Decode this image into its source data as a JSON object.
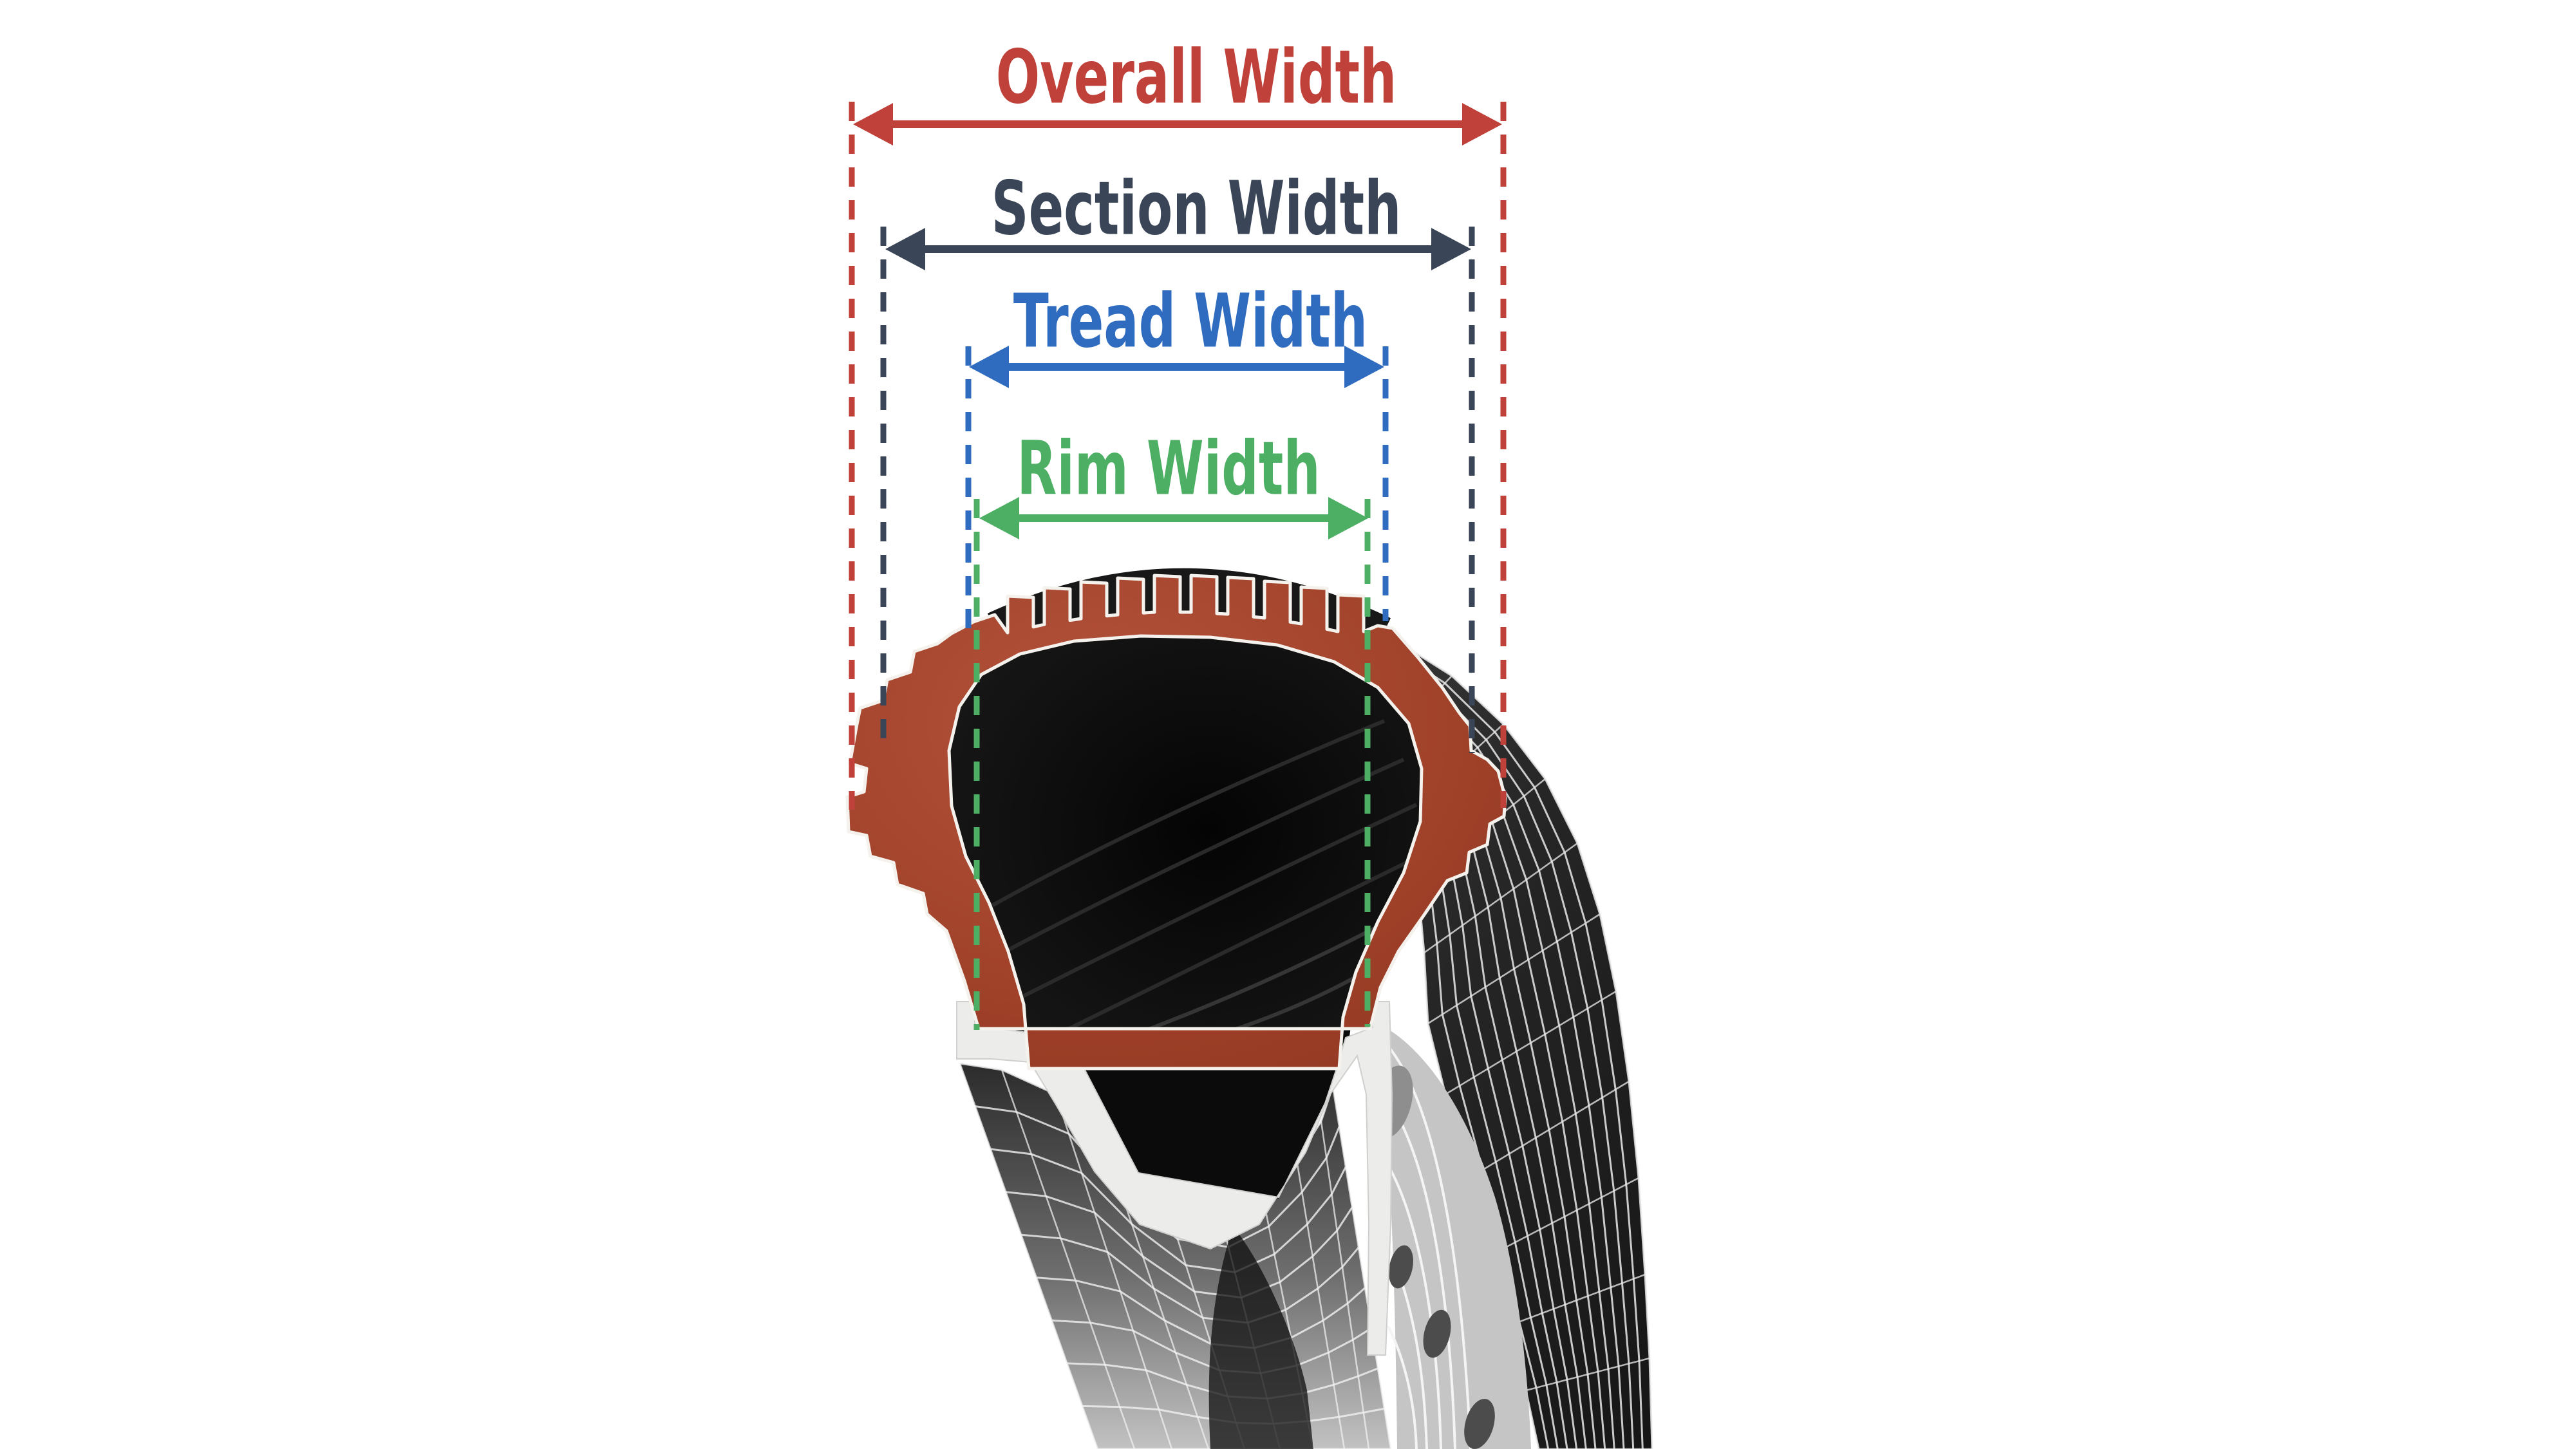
{
  "page": {
    "background": "#ffffff"
  },
  "measurements": {
    "overall": {
      "label": "Overall Width",
      "color": "#c0413a"
    },
    "section": {
      "label": "Section Width",
      "color": "#3a4657"
    },
    "tread": {
      "label": "Tread Width",
      "color": "#2f6cc0"
    },
    "rim": {
      "label": "Rim Width",
      "color": "#4caf63"
    }
  },
  "illustration": {
    "tire_section_color": "#a84730",
    "tire_interior_color": "#0d0d0d",
    "rim_color": "#ececea",
    "wireframe_surface_color": "#262626",
    "wireframe_line_color": "#e9e9e9",
    "wheel_disc_color": "#c5c5c5"
  }
}
